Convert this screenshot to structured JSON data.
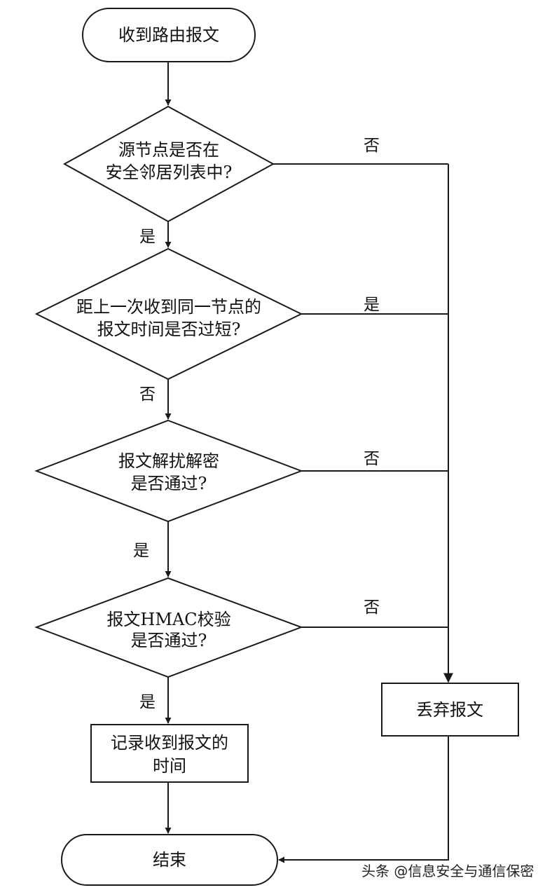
{
  "nodes": {
    "start": "收到路由报文",
    "check_neighbor": [
      "源节点是否在",
      "安全邻居列表中?"
    ],
    "check_interval": [
      "距上一次收到同一节点的",
      "报文时间是否过短?"
    ],
    "check_decrypt": [
      "报文解扰解密",
      "是否通过?"
    ],
    "check_hmac": [
      "报文HMAC校验",
      "是否通过?"
    ],
    "record_time": [
      "记录收到报文的",
      "时间"
    ],
    "discard": "丢弃报文",
    "end": "结束"
  },
  "edges": {
    "neighbor_yes": "是",
    "neighbor_no": "否",
    "interval_no": "否",
    "interval_yes": "是",
    "decrypt_yes": "是",
    "decrypt_no": "否",
    "hmac_yes": "是",
    "hmac_no": "否"
  },
  "watermark": "头条 @信息安全与通信保密"
}
